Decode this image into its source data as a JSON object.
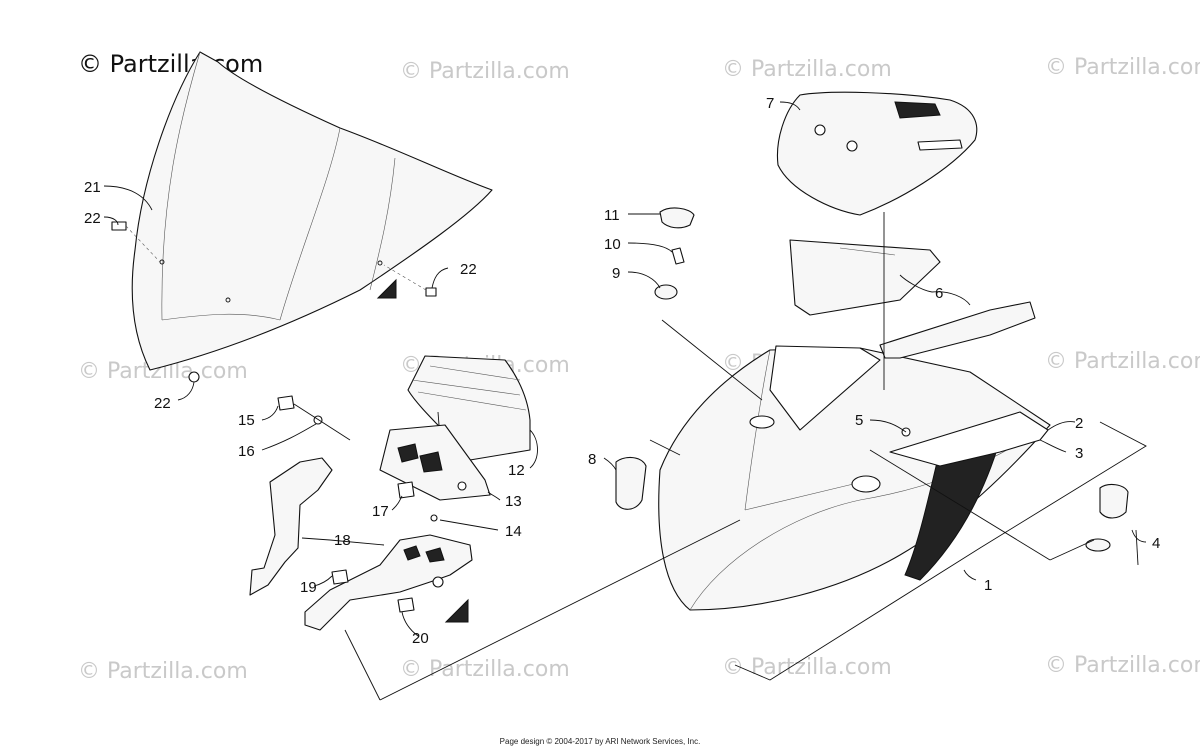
{
  "watermark": {
    "primary": "© Partzilla.com",
    "repeat": "© Partzilla.com"
  },
  "callouts": [
    "1",
    "2",
    "3",
    "4",
    "5",
    "6",
    "7",
    "8",
    "9",
    "10",
    "11",
    "12",
    "13",
    "14",
    "15",
    "16",
    "17",
    "18",
    "19",
    "20",
    "21",
    "22",
    "22",
    "22"
  ],
  "footer": "Page design © 2004-2017 by ARI Network Services, Inc."
}
